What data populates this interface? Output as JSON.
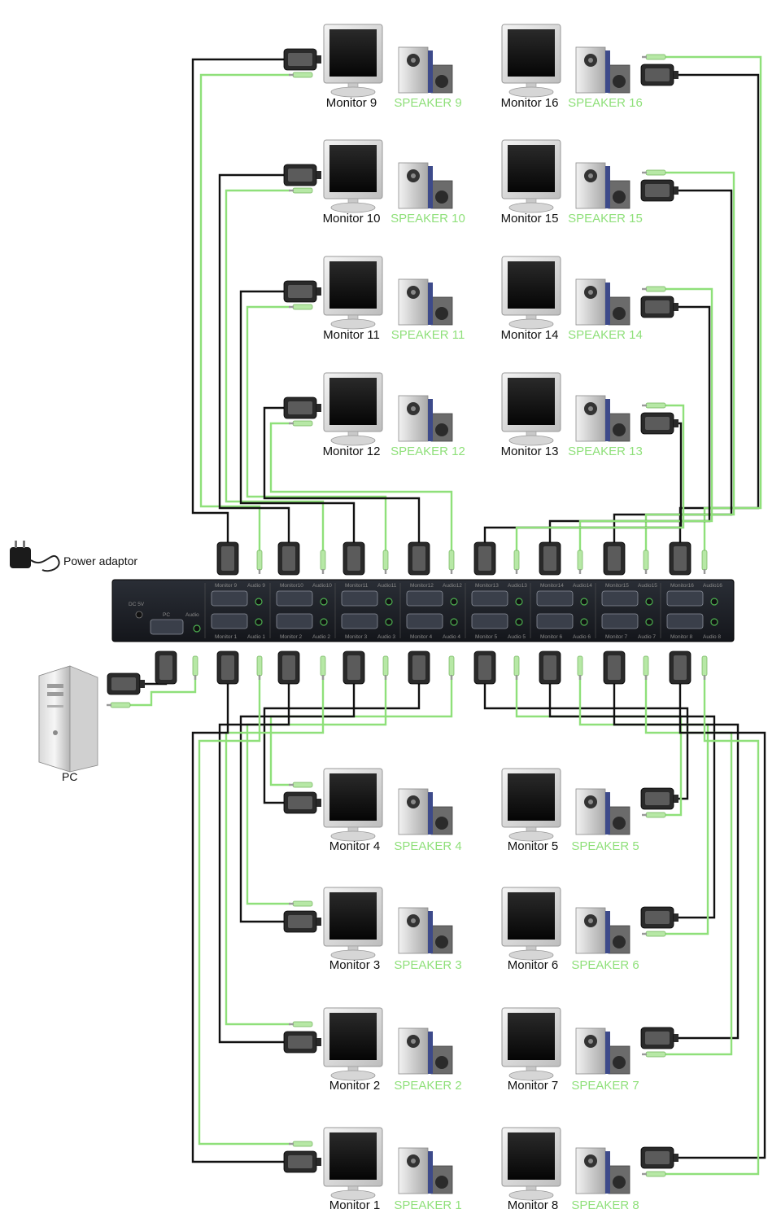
{
  "labels": {
    "power_adaptor": "Power adaptor",
    "pc": "PC",
    "panel_dc": "DC 5V",
    "panel_pc": "PC",
    "panel_audio": "Audio"
  },
  "colors": {
    "vga_cable": "#111111",
    "audio_cable": "#8fe07a",
    "speaker_label": "#8fe07a",
    "panel": "#1c1f26"
  },
  "top_outputs": [
    {
      "monitor": "Monitor 9",
      "speaker": "SPEAKER 9",
      "port_vga": "Monitor 9",
      "port_audio": "Audio 9"
    },
    {
      "monitor": "Monitor 10",
      "speaker": "SPEAKER 10",
      "port_vga": "Monitor10",
      "port_audio": "Audio10"
    },
    {
      "monitor": "Monitor 11",
      "speaker": "SPEAKER 11",
      "port_vga": "Monitor11",
      "port_audio": "Audio11"
    },
    {
      "monitor": "Monitor 12",
      "speaker": "SPEAKER 12",
      "port_vga": "Monitor12",
      "port_audio": "Audio12"
    },
    {
      "monitor": "Monitor 13",
      "speaker": "SPEAKER 13",
      "port_vga": "Monitor13",
      "port_audio": "Audio13"
    },
    {
      "monitor": "Monitor 14",
      "speaker": "SPEAKER 14",
      "port_vga": "Monitor14",
      "port_audio": "Audio14"
    },
    {
      "monitor": "Monitor 15",
      "speaker": "SPEAKER 15",
      "port_vga": "Monitor15",
      "port_audio": "Audio15"
    },
    {
      "monitor": "Monitor 16",
      "speaker": "SPEAKER 16",
      "port_vga": "Monitor16",
      "port_audio": "Audio16"
    }
  ],
  "bottom_outputs": [
    {
      "monitor": "Monitor 1",
      "speaker": "SPEAKER 1",
      "port_vga": "Monitor 1",
      "port_audio": "Audio 1"
    },
    {
      "monitor": "Monitor 2",
      "speaker": "SPEAKER 2",
      "port_vga": "Monitor 2",
      "port_audio": "Audio 2"
    },
    {
      "monitor": "Monitor 3",
      "speaker": "SPEAKER 3",
      "port_vga": "Monitor 3",
      "port_audio": "Audio 3"
    },
    {
      "monitor": "Monitor 4",
      "speaker": "SPEAKER 4",
      "port_vga": "Monitor 4",
      "port_audio": "Audio 4"
    },
    {
      "monitor": "Monitor 5",
      "speaker": "SPEAKER 5",
      "port_vga": "Monitor 5",
      "port_audio": "Audio 5"
    },
    {
      "monitor": "Monitor 6",
      "speaker": "SPEAKER 6",
      "port_vga": "Monitor 6",
      "port_audio": "Audio 6"
    },
    {
      "monitor": "Monitor 7",
      "speaker": "SPEAKER 7",
      "port_vga": "Monitor 7",
      "port_audio": "Audio 7"
    },
    {
      "monitor": "Monitor 8",
      "speaker": "SPEAKER 8",
      "port_vga": "Monitor 8",
      "port_audio": "Audio 8"
    }
  ]
}
